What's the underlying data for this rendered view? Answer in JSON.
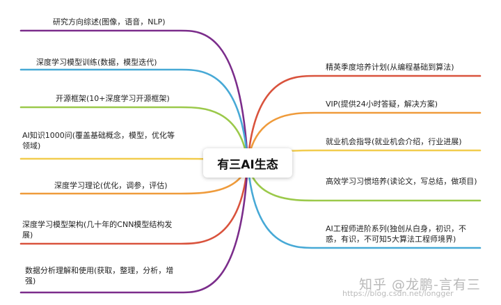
{
  "center": {
    "label": "有三AI生态"
  },
  "left_nodes": [
    {
      "label": "研究方向综述(图像，语音，NLP)",
      "color": "#7b2d8b"
    },
    {
      "label": "深度学习模型训练(数据，模型迭代)",
      "color": "#47a9d6"
    },
    {
      "label": "开源框架(10+深度学习开源框架)",
      "color": "#9bc94a"
    },
    {
      "label": "AI知识1000问(覆盖基础概念，模型，优化等领域)",
      "color": "#f2cc4e"
    },
    {
      "label": "深度学习理论(优化，调参，评估)",
      "color": "#ef9b3b"
    },
    {
      "label": "深度学习模型架构(几十年的CNN模型结构发展)",
      "color": "#d9533d"
    },
    {
      "label": "数据分析理解和使用(获取，整理，分析，增强)",
      "color": "#7b2d8b"
    }
  ],
  "right_nodes": [
    {
      "label": "精英季度培养计划(从编程基础到算法)",
      "color": "#d9533d"
    },
    {
      "label": "VIP(提供24小时答疑，解决方案)",
      "color": "#ef9b3b"
    },
    {
      "label": "就业机会指导(就业机会介绍，行业进展)",
      "color": "#f2cc4e"
    },
    {
      "label": "高效学习习惯培养(读论文，写总结，做项目)",
      "color": "#9bc94a"
    },
    {
      "label": "AI工程师进阶系列(独创从白身，初识，不惑，有识，不可知5大算法工程师境界)",
      "color": "#47a9d6"
    }
  ],
  "watermark": {
    "text": "知乎 @龙鹏-言有三",
    "url": "https://blog.csdn.net/longger"
  }
}
